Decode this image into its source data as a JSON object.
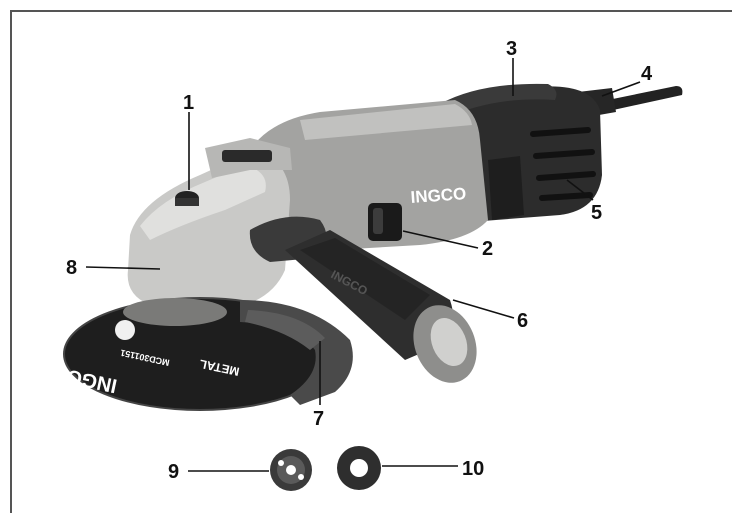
{
  "brand": "INGCO",
  "disc": {
    "brand": "INGCO",
    "model": "MCD301151",
    "material": "METAL"
  },
  "callouts": [
    {
      "id": "1",
      "label": "1"
    },
    {
      "id": "2",
      "label": "2"
    },
    {
      "id": "3",
      "label": "3"
    },
    {
      "id": "4",
      "label": "4"
    },
    {
      "id": "5",
      "label": "5"
    },
    {
      "id": "6",
      "label": "6"
    },
    {
      "id": "7",
      "label": "7"
    },
    {
      "id": "8",
      "label": "8"
    },
    {
      "id": "9",
      "label": "9"
    },
    {
      "id": "10",
      "label": "10"
    }
  ],
  "colors": {
    "body_grey": "#9a9a98",
    "rubber_black": "#2b2b2b",
    "head_silver": "#c9c9c7",
    "disc_black": "#1e1e1e",
    "frame": "#555555"
  }
}
